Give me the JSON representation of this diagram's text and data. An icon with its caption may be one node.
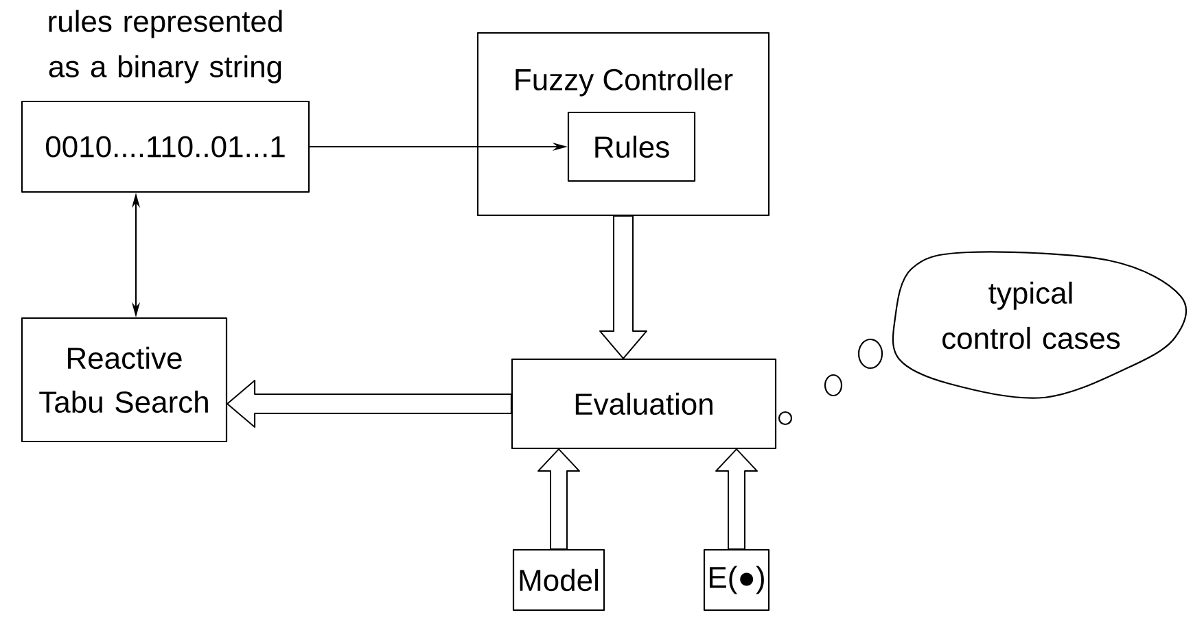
{
  "diagram": {
    "nodes": [
      {
        "text": [
          "rules represented as a binary string",
          "0010....110..01...1"
        ]
      },
      {
        "text": [
          "Fuzzy Controller"
        ]
      },
      {
        "text": [
          "Rules"
        ],
        "in": 1
      },
      {
        "text": [
          "Reactive Tabu Search"
        ]
      },
      {
        "text": [
          "Evaluation"
        ]
      },
      {
        "text": [
          "Model"
        ]
      },
      {
        "text": [
          "E(●)"
        ]
      },
      {
        "text": [
          "typical control cases"
        ]
      }
    ],
    "edges": [
      {
        "from": 0,
        "to": 2,
        "arrow": "to"
      },
      {
        "from": 3,
        "to": 0,
        "arrow": "both"
      },
      {
        "from": 1,
        "to": 4,
        "arrow": "to",
        "style": "thick"
      },
      {
        "from": 4,
        "to": 3,
        "arrow": "to",
        "style": "thick"
      },
      {
        "from": 5,
        "to": 4,
        "arrow": "to",
        "style": "thick"
      },
      {
        "from": 6,
        "to": 4,
        "arrow": "to",
        "style": "thick"
      }
    ]
  }
}
